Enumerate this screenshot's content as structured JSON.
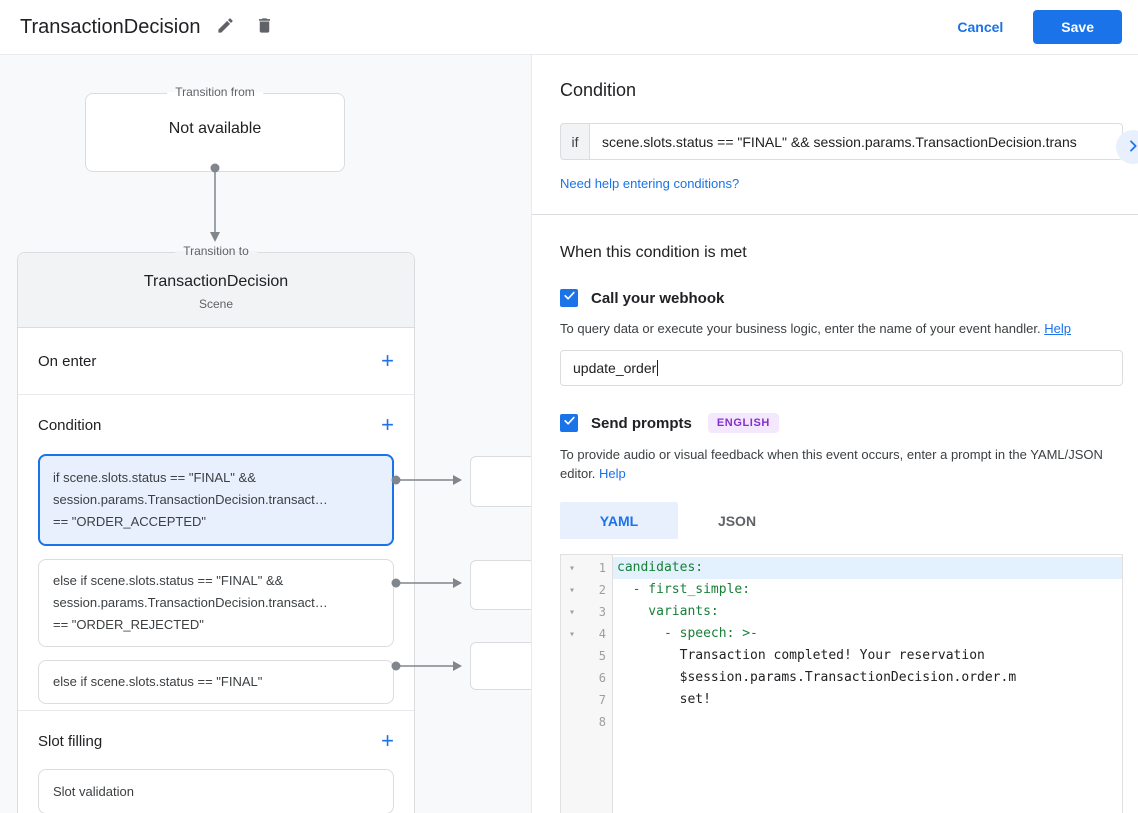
{
  "header": {
    "title": "TransactionDecision",
    "cancel_label": "Cancel",
    "save_label": "Save"
  },
  "icons": {
    "plus": "+"
  },
  "canvas": {
    "transition_from": {
      "legend": "Transition from",
      "value": "Not available"
    },
    "transition_to": {
      "legend": "Transition to",
      "title": "TransactionDecision",
      "subtitle": "Scene"
    },
    "on_enter_label": "On enter",
    "condition_label": "Condition",
    "conditions": [
      {
        "text": "if scene.slots.status == \"FINAL\" &&\nsession.params.TransactionDecision.transact…\n== \"ORDER_ACCEPTED\""
      },
      {
        "text": "else if scene.slots.status == \"FINAL\" &&\nsession.params.TransactionDecision.transact…\n== \"ORDER_REJECTED\""
      },
      {
        "text": "else if scene.slots.status == \"FINAL\""
      }
    ],
    "slot_filling_label": "Slot filling",
    "slot_validation_label": "Slot validation"
  },
  "panel": {
    "title": "Condition",
    "if_label": "if",
    "if_value": "scene.slots.status == \"FINAL\" && session.params.TransactionDecision.trans",
    "conditions_help_link": "Need help entering conditions?",
    "section_title": "When this condition is met",
    "webhook": {
      "label": "Call your webhook",
      "description": "To query data or execute your business logic, enter the name of your event handler.",
      "help_label": "Help",
      "value": "update_order"
    },
    "prompts": {
      "label": "Send prompts",
      "badge": "ENGLISH",
      "description": "To provide audio or visual feedback when this event occurs, enter a prompt in the YAML/JSON editor.",
      "help_label": "Help"
    },
    "tabs": {
      "yaml": "YAML",
      "json": "JSON"
    },
    "editor": {
      "lines": [
        {
          "num": "1",
          "text": "candidates:"
        },
        {
          "num": "2",
          "text": "  - first_simple:"
        },
        {
          "num": "3",
          "text": "    variants:"
        },
        {
          "num": "4",
          "text": "      - speech: >-"
        },
        {
          "num": "5",
          "text": "        Transaction completed! Your reservation"
        },
        {
          "num": "6",
          "text": "        $session.params.TransactionDecision.order.m"
        },
        {
          "num": "7",
          "text": "        set!"
        },
        {
          "num": "8",
          "text": ""
        }
      ]
    }
  }
}
